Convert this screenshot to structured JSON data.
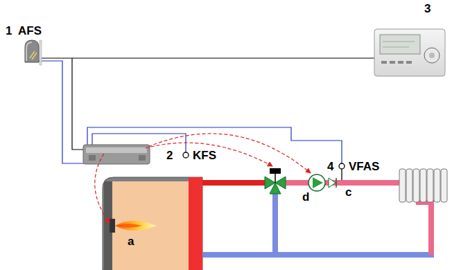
{
  "diagram": {
    "labels": [
      "3",
      "1",
      "AFS",
      "2",
      "KFS",
      "4",
      "VFAS",
      "c",
      "d",
      "a"
    ]
  }
}
